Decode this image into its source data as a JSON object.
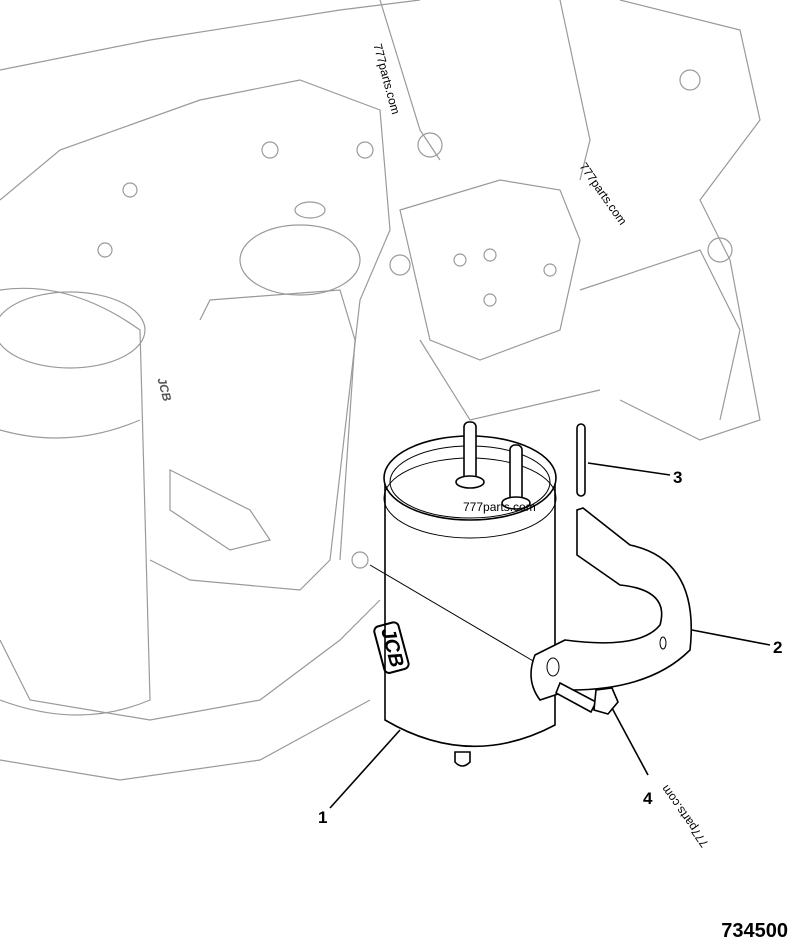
{
  "figure_number": "734500",
  "callouts": [
    {
      "label": "1"
    },
    {
      "label": "2"
    },
    {
      "label": "3"
    },
    {
      "label": "4"
    }
  ],
  "watermarks": [
    "777parts.com",
    "777parts.com",
    "777parts.com",
    "777parts.com"
  ],
  "logos": {
    "canister": "JCB",
    "oil_filter": "JCB"
  },
  "colors": {
    "line": "#000000",
    "background_line": "#9a9a9a",
    "background": "#ffffff"
  }
}
